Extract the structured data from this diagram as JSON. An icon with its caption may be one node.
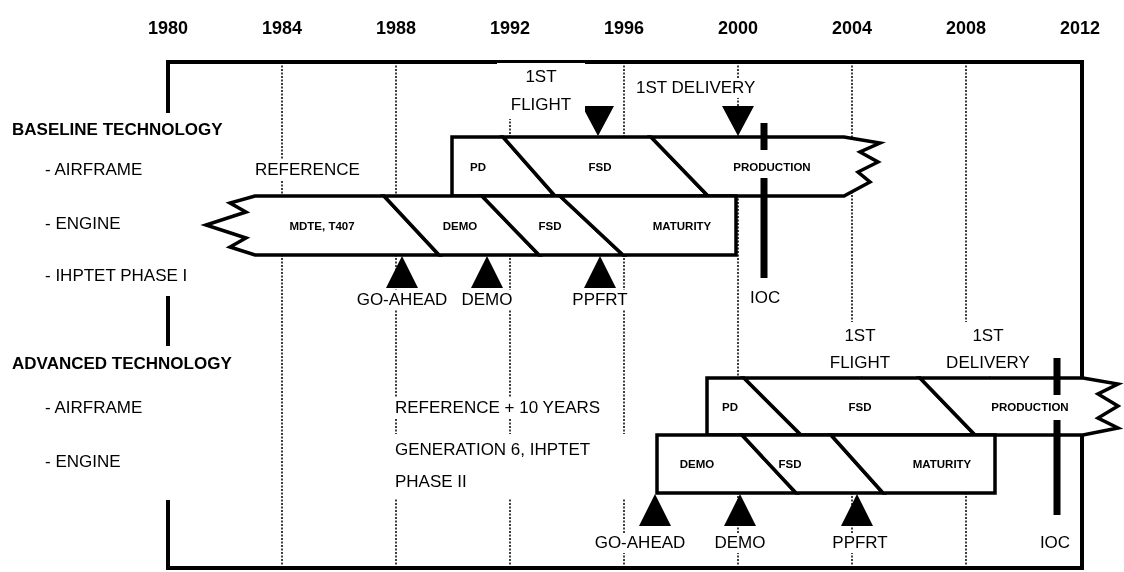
{
  "diagram": {
    "nodes": [
      {
        "text": [
          "PD"
        ]
      },
      {
        "text": [
          "FSD"
        ]
      },
      {
        "text": [
          "PRODUCTION"
        ]
      },
      {
        "text": [
          "MDTE, T407"
        ]
      },
      {
        "text": [
          "DEMO"
        ]
      },
      {
        "text": [
          "FSD"
        ]
      },
      {
        "text": [
          "MATURITY"
        ]
      },
      {
        "text": [
          "PD"
        ]
      },
      {
        "text": [
          "FSD"
        ]
      },
      {
        "text": [
          "PRODUCTION"
        ]
      },
      {
        "text": [
          "DEMO"
        ]
      },
      {
        "text": [
          "FSD"
        ]
      },
      {
        "text": [
          "MATURITY"
        ]
      }
    ],
    "labels": [
      "1980",
      "1984",
      "1988",
      "1992",
      "1996",
      "2000",
      "2004",
      "2008",
      "2012",
      "1ST FLIGHT",
      "1ST DELIVERY",
      "BASELINE TECHNOLOGY",
      "- AIRFRAME",
      "REFERENCE",
      "- ENGINE",
      "- IHPTET PHASE I",
      "GO-AHEAD",
      "DEMO",
      "PPFRT",
      "IOC",
      "1ST FLIGHT",
      "1ST DELIVERY",
      "ADVANCED TECHNOLOGY",
      "- AIRFRAME",
      "REFERENCE + 10 YEARS",
      "- ENGINE",
      "GENERATION 6, IHPTET PHASE II",
      "GO-AHEAD",
      "DEMO",
      "PPFRT",
      "IOC"
    ]
  }
}
